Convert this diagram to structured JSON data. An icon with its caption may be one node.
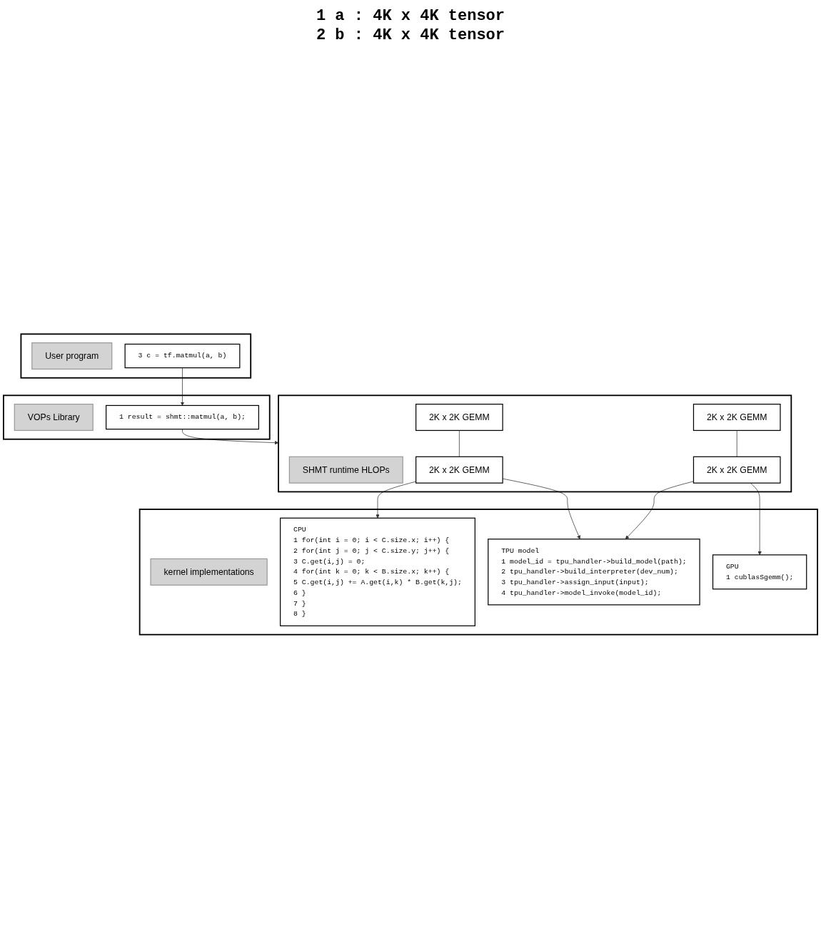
{
  "diagram": {
    "nodes": [
      {
        "text": [],
        "shape": "box"
      },
      {
        "text": [
          "User program"
        ],
        "in": 0
      },
      {
        "text": [
          "3 c = tf.matmul(a, b)"
        ],
        "in": 0
      },
      {
        "text": [],
        "shape": "box"
      },
      {
        "text": [
          "VOPs Library"
        ],
        "in": 3
      },
      {
        "text": [
          "1 result = shmt::matmul(a, b);"
        ],
        "in": 3
      },
      {
        "text": [],
        "shape": "box"
      },
      {
        "text": [
          "SHMT runtime HLOPs"
        ],
        "in": 6
      },
      {
        "text": [
          "2K x 2K GEMM"
        ],
        "in": 6
      },
      {
        "text": [
          "2K x 2K GEMM"
        ],
        "in": 6
      },
      {
        "text": [
          "2K x 2K GEMM"
        ],
        "in": 6
      },
      {
        "text": [
          "2K x 2K GEMM"
        ],
        "in": 6
      },
      {
        "text": [],
        "shape": "box"
      },
      {
        "text": [
          "kernel implementations"
        ],
        "in": 12
      },
      {
        "text": [
          "CPU",
          "1 for(int i = 0; i < C.size.x; i++) {",
          "2 for(int j = 0; j < C.size.y; j++) {",
          "3 C.get(i,j) = 0;",
          "4 for(int k = 0; k < B.size.x; k++) {",
          "5 C.get(i,j) += A.get(i,k) * B.get(k,j);",
          "6 }",
          "7 }",
          "8 }"
        ],
        "in": 12
      },
      {
        "text": [
          "TPU model",
          "1 model_id = tpu_handler->build_model(path);",
          "2 tpu_handler->build_interpreter(dev_num);",
          "3 tpu_handler->assign_input(input);",
          "4 tpu_handler->model_invoke(model_id);"
        ],
        "in": 12
      },
      {
        "text": [
          "GPU",
          "1 cublasSgemm();"
        ],
        "in": 12
      }
    ],
    "edges": [
      {
        "from": 2,
        "to": 5,
        "arrow": "to"
      },
      {
        "from": 5,
        "to": 6,
        "arrow": "to"
      },
      {
        "from": 8,
        "to": 10,
        "arrow": "none"
      },
      {
        "from": 9,
        "to": 11,
        "arrow": "none"
      },
      {
        "from": 10,
        "to": 14,
        "arrow": "to"
      },
      {
        "from": 10,
        "to": 15,
        "arrow": "to"
      },
      {
        "from": 11,
        "to": 15,
        "arrow": "to"
      },
      {
        "from": 11,
        "to": 16,
        "arrow": "to"
      }
    ],
    "labels": [
      "1 a : 4K x 4K tensor",
      "2 b : 4K x 4K tensor"
    ]
  }
}
